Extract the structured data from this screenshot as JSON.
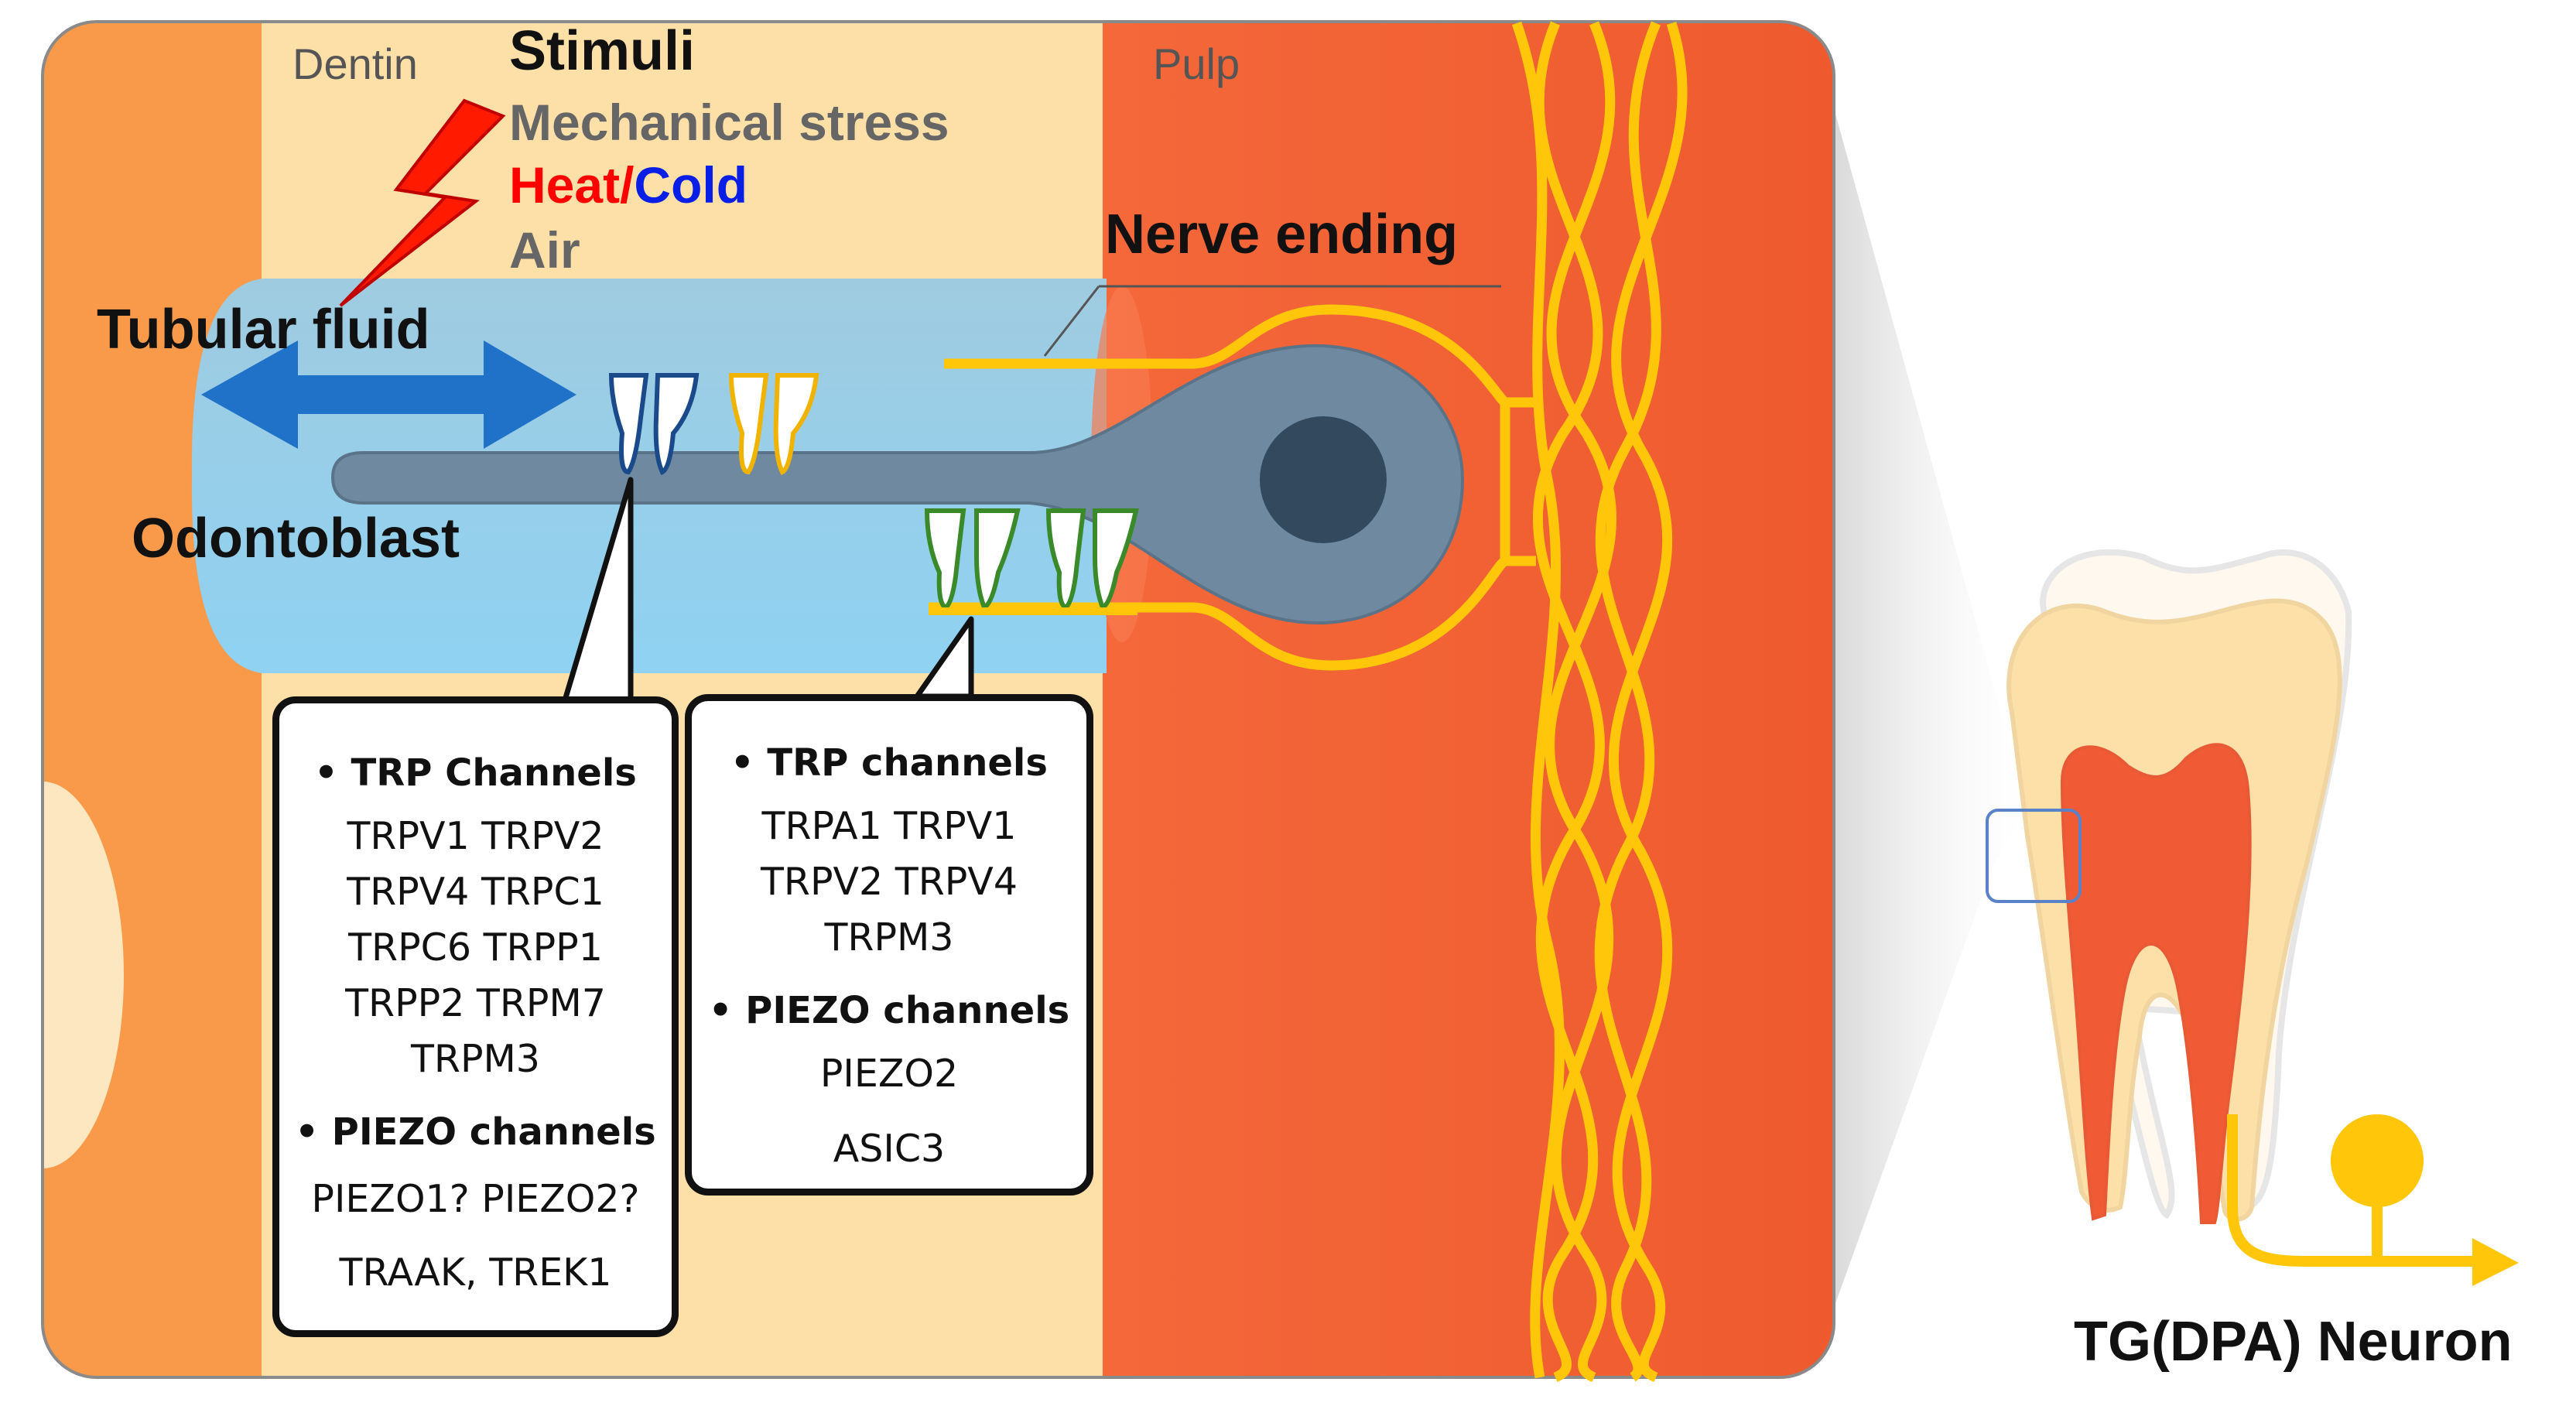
{
  "regions": {
    "dentin_label": "Dentin",
    "pulp_label": "Pulp"
  },
  "stimuli": {
    "title": "Stimuli",
    "mechanical": "Mechanical stress",
    "heat": "Heat",
    "slash": "/",
    "cold": "Cold",
    "air": "Air"
  },
  "labels": {
    "tubular_fluid": "Tubular fluid",
    "odontoblast": "Odontoblast",
    "nerve_ending": "Nerve ending",
    "neuron": "TG(DPA) Neuron"
  },
  "odontoblast_box": {
    "trp_header": "• TRP Channels",
    "trp_lines": [
      "TRPV1 TRPV2",
      "TRPV4 TRPC1",
      "TRPC6 TRPP1",
      "TRPP2 TRPM7",
      "TRPM3"
    ],
    "piezo_header": "• PIEZO channels",
    "piezo_line": "PIEZO1? PIEZO2?",
    "k2p_line": "TRAAK, TREK1"
  },
  "nerve_box": {
    "trp_header": "• TRP channels",
    "trp_lines": [
      "TRPA1 TRPV1",
      "TRPV2 TRPV4",
      "TRPM3"
    ],
    "piezo_header": "• PIEZO channels",
    "piezo_line": "PIEZO2",
    "asic_line": "ASIC3"
  },
  "colors": {
    "enamel_side": "#f89a4a",
    "dentin": "#fde0a8",
    "pulp": "#f0623a",
    "tubule": "#8fcbe8",
    "odontoblast": "#6f8aa0",
    "nucleus": "#334a5e",
    "nerve": "#ffc60a",
    "arrow": "#1f72c8",
    "heat": "#ff0000",
    "cold": "#0a1fe6",
    "stimulus_gray": "#666666",
    "bolt": "#ff1a00",
    "odontoblast_channel_outline": "#1a4a8a",
    "odontoblast_channel_alt_outline": "#f0b400",
    "nerve_channel_outline": "#3a8a2a"
  }
}
